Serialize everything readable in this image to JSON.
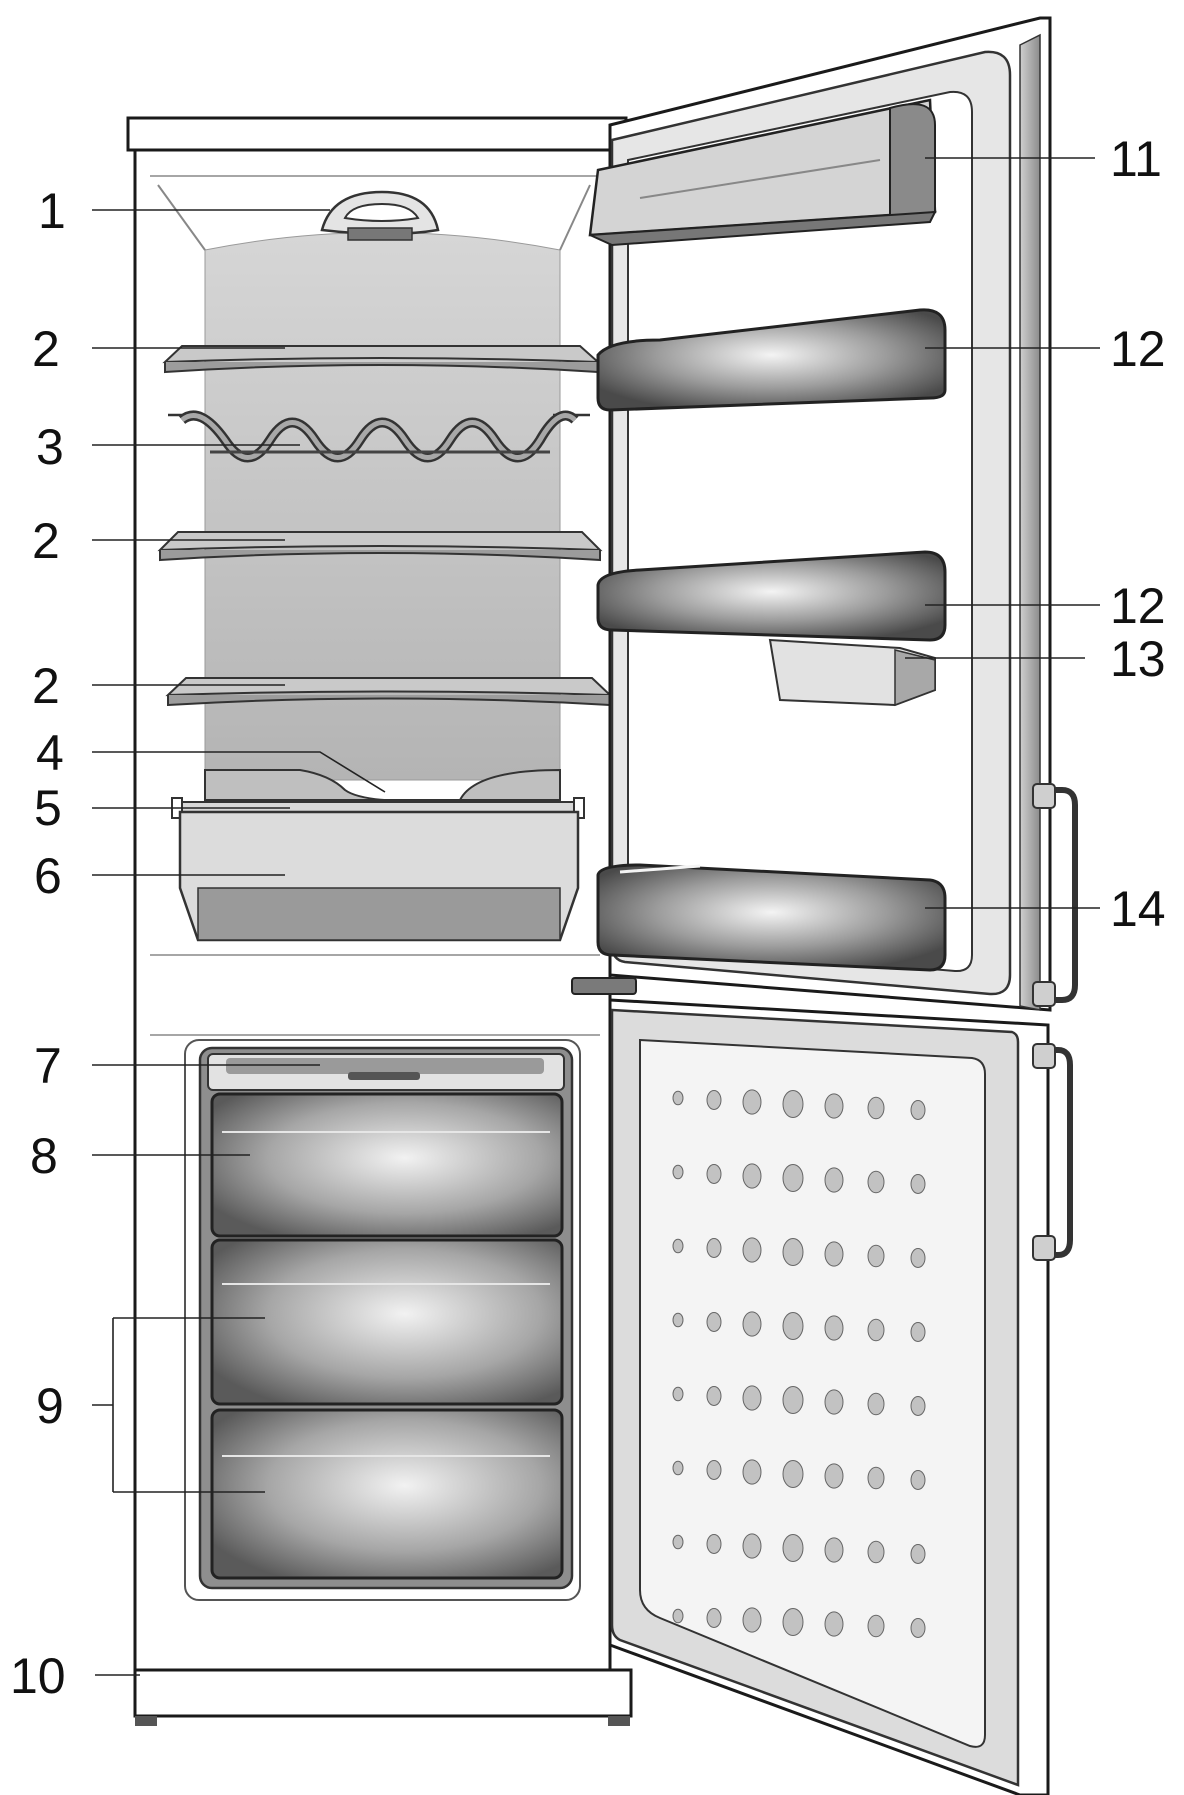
{
  "callouts": {
    "c1": "1",
    "c2a": "2",
    "c3": "3",
    "c2b": "2",
    "c2c": "2",
    "c4": "4",
    "c5": "5",
    "c6": "6",
    "c7": "7",
    "c8": "8",
    "c9": "9",
    "c10": "10",
    "c11": "11",
    "c12a": "12",
    "c12b": "12",
    "c13": "13",
    "c14": "14"
  },
  "colors": {
    "outline": "#1a1a1a",
    "back_wall": "#c4c4c4",
    "shelf": "#b9b9b9",
    "door_bin": "#8a8a8a",
    "drawer": "#9a9a9a",
    "freezer_door": "#e8e8e8"
  }
}
